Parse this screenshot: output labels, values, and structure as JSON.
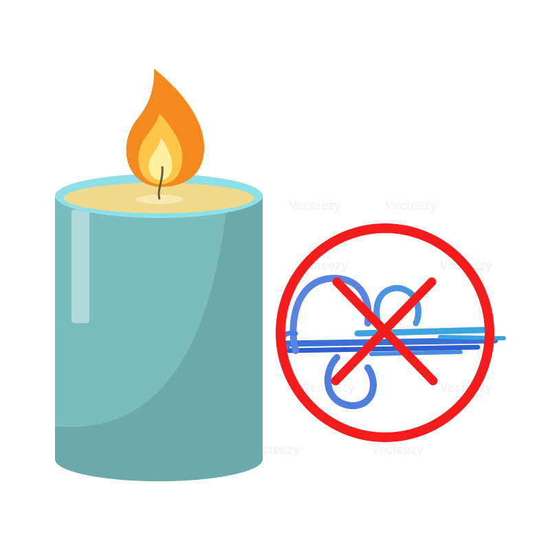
{
  "illustration": {
    "subject": "candle",
    "prohibition_symbol": "no-wind",
    "colors": {
      "candle_body": "#7bbcbf",
      "candle_shadow": "#6aa9ac",
      "candle_rim": "#8fe0e6",
      "wax": "#f0d98a",
      "flame_outer": "#f48a1f",
      "flame_mid": "#fbc64a",
      "flame_inner": "#fdf0a0",
      "prohibition_red": "#f41c1c",
      "wind_blue": "#4a7be0"
    }
  },
  "watermark": "Vecteezy"
}
